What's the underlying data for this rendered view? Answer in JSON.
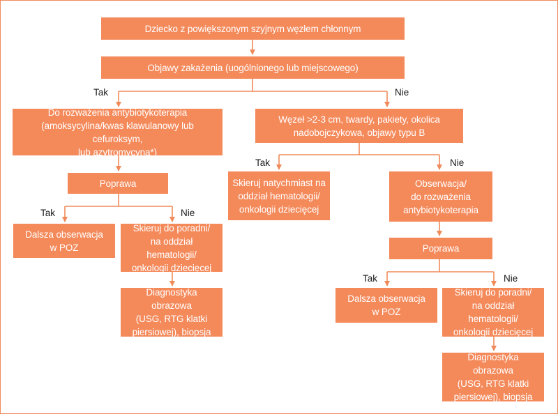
{
  "colors": {
    "box_fill": "#f4895a",
    "box_text": "#ffffff",
    "connector": "#f08a5a",
    "label_text": "#1a1a1a"
  },
  "nodes": {
    "root": "Dziecko z powiększonym szyjnym węzłem chłonnym",
    "infection": "Objawy zakażenia (uogólnionego lub miejscowego)",
    "antibiotic_left": "Do rozważenia antybiotykoterapia\n(amoksycylina/kwas klawulanowy lub cefuroksym,\nlub azytromycyna*)",
    "node_criteria": "Węzeł >2-3 cm, twardy, pakiety, okolica\nnadobojczykowa, objawy typu B",
    "improve_left": "Poprawa",
    "urgent_referral": "Skieruj natychmiast na\noddział hematologii/\nonkologii dziecięcej",
    "observe_antibiotic": "Obserwacja/\ndo rozważenia\nantybiotykoterapia",
    "further_obs_left": "Dalsza obserwacja\nw POZ",
    "referral_left": "Skieruj do poradni/\nna oddział hematologii/\nonkologii dziecięcej",
    "improve_right": "Poprawa",
    "diagnostics_left": "Diagnostyka obrazowa\n(USG, RTG klatki\npiersiowej), biopsja",
    "further_obs_right": "Dalsza obserwacja\nw POZ",
    "referral_right": "Skieruj do poradni/\nna oddział hematologii/\nonkologii dziecięcej",
    "diagnostics_right": "Diagnostyka obrazowa\n(USG, RTG klatki\npiersiowej), biopsja"
  },
  "branch_labels": {
    "yes": "Tak",
    "no": "Nie"
  }
}
